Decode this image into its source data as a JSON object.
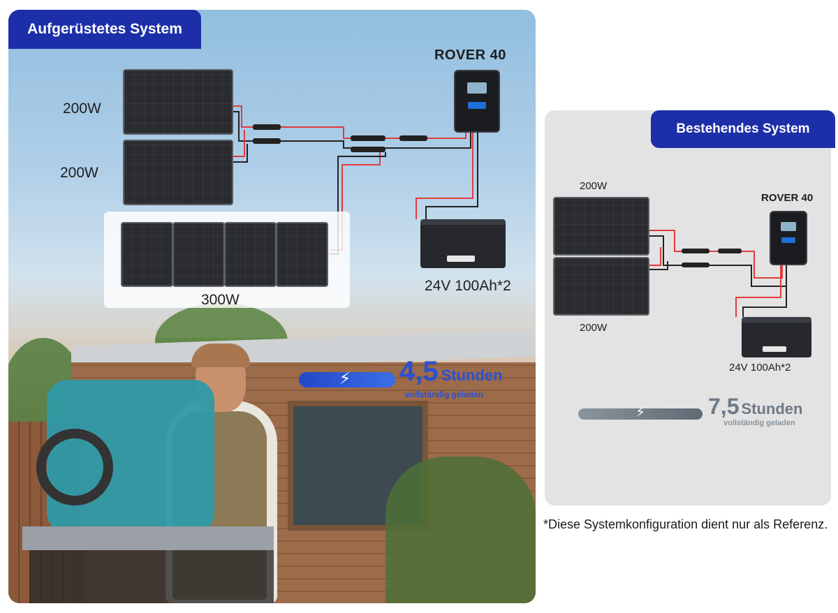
{
  "upgraded": {
    "title": "Aufgerüstetes System",
    "panel_top_label": "200W",
    "panel_mid_label": "200W",
    "panel_wide_label": "300W",
    "controller_label": "ROVER 40",
    "battery_label": "24V 100Ah*2",
    "time_value": "4,5",
    "time_unit": "Stunden",
    "time_caption": "vollständig geladen",
    "bolt_icon": "lightning-bolt-icon"
  },
  "existing": {
    "title": "Bestehendes System",
    "panel_top_label": "200W",
    "panel_bottom_label": "200W",
    "controller_label": "ROVER 40",
    "battery_label": "24V 100Ah*2",
    "time_value": "7,5",
    "time_unit": "Stunden",
    "time_caption": "vollständig geladen"
  },
  "footnote": "*Diese Systemkonfiguration dient nur als Referenz.",
  "colors": {
    "tab_blue": "#1d2fa8",
    "charge_blue": "#2a55d6",
    "charge_gray": "#6f7a85",
    "wire_red": "#e23b3b",
    "wire_black": "#222222"
  }
}
